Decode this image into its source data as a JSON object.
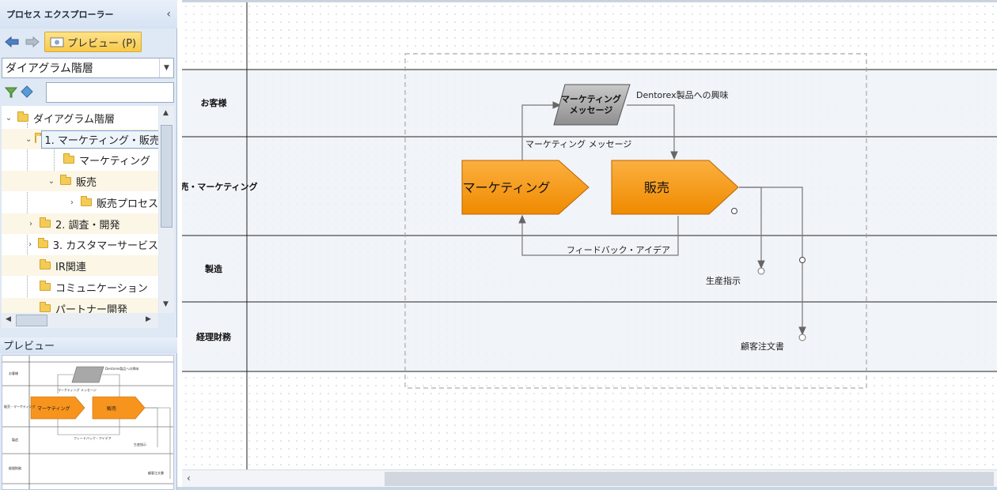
{
  "explorer": {
    "title": "プロセス エクスプローラー",
    "collapse_glyph": "‹",
    "back_glyph": "⇦",
    "forward_glyph": "⇨",
    "preview_button_label": "プレビュー (P)",
    "hierarchy_select_value": "ダイアグラム階層",
    "filter_placeholder": ""
  },
  "tree": {
    "items": [
      {
        "label": "ダイアグラム階層"
      },
      {
        "label": "1. マーケティング・販売"
      },
      {
        "label": "マーケティング"
      },
      {
        "label": "販売"
      },
      {
        "label": "販売プロセス"
      },
      {
        "label": "2. 調査・開発"
      },
      {
        "label": "3. カスタマーサービス"
      },
      {
        "label": "IR関連"
      },
      {
        "label": "コミュニケーション"
      },
      {
        "label": "パートナー開発"
      }
    ]
  },
  "preview": {
    "title": "プレビュー"
  },
  "diagram": {
    "lanes": [
      "お客様",
      "販売・マーケティング",
      "製造",
      "経理財務"
    ],
    "shapes": {
      "marketing_process": "マーケティング",
      "sales_process": "販売",
      "message_line1": "マーケティング",
      "message_line2": "メッセージ"
    },
    "labels": {
      "interest": "Dentorex製品への興味",
      "message_flow": "マーケティング メッセージ",
      "feedback": "フィードバック・アイデア",
      "production_order": "生産指示",
      "customer_order": "顧客注文書"
    },
    "colors": {
      "process_orange": "#f7941d",
      "message_gray": "#a8a8a8",
      "lane_fill": "#eef2f7"
    }
  }
}
